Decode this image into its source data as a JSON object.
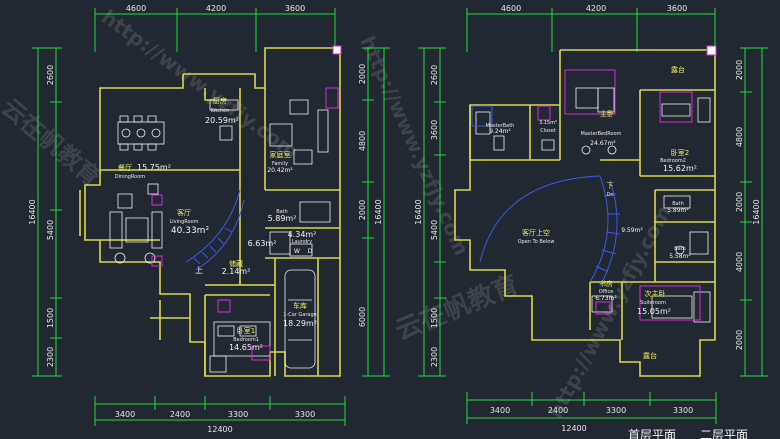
{
  "colors": {
    "background": "#222831",
    "wall": "#d8d84a",
    "dimension": "#1ddc3a",
    "furniture": "#f0f0f0",
    "fixture": "#d02ed8",
    "stair": "#3c57e6",
    "text": "#e7e7e7"
  },
  "plans": [
    {
      "top_dims": [
        "4600",
        "4200",
        "3600"
      ],
      "bottom_dims": [
        "3400",
        "2400",
        "3300",
        "3300"
      ],
      "bottom_total": "12400",
      "left_dims": [
        "2600",
        "5400",
        "1500",
        "2300"
      ],
      "left_total": "16400",
      "right_dims": [
        "2000",
        "4800",
        "2000",
        "6000"
      ],
      "right_total": "16400",
      "rooms": [
        {
          "name": "厨房",
          "en": "Kitchen",
          "area": "20.59m²"
        },
        {
          "name": "餐厅",
          "en": "DiningRoom",
          "area": "15.75m²"
        },
        {
          "name": "家庭室",
          "en": "Family",
          "area": "20.42m²"
        },
        {
          "name": "客厅",
          "en": "LivingRoom",
          "area": "40.33m²"
        },
        {
          "name": "Bath",
          "en": "",
          "area": "5.89m²"
        },
        {
          "name": "",
          "en": "",
          "area": "6.63m²"
        },
        {
          "name": "",
          "en": "Laundry",
          "area": "4.34m²"
        },
        {
          "name": "储藏",
          "en": "",
          "area": "2.14m²"
        },
        {
          "name": "车库",
          "en": "1-Car Garage",
          "area": "18.29m²"
        },
        {
          "name": "卧室1",
          "en": "Bedroom1",
          "area": "14.65m²"
        }
      ],
      "labels": [
        "上",
        "W",
        "D"
      ],
      "caption": "首层平面"
    },
    {
      "top_dims": [
        "4600",
        "4200",
        "3600"
      ],
      "bottom_dims": [
        "3400",
        "2400",
        "3300",
        "3300"
      ],
      "bottom_total": "12400",
      "left_dims": [
        "3600",
        "2600",
        "5400",
        "1500",
        "2300"
      ],
      "left_total": "16400",
      "right_dims": [
        "2000",
        "4800",
        "2000",
        "4000",
        "2000"
      ],
      "right_total": "16400",
      "rooms": [
        {
          "name": "露台",
          "en": "",
          "area": ""
        },
        {
          "name": "主卧",
          "en": "MasterBedRoom",
          "area": "24.67m²"
        },
        {
          "name": "",
          "en": "MasterBath",
          "area": "9.24m²"
        },
        {
          "name": "",
          "en": "Closet",
          "area": "3.15m²"
        },
        {
          "name": "卧室2",
          "en": "Bedroom2",
          "area": "15.62m²"
        },
        {
          "name": "客厅上空",
          "en": "Open To Below",
          "area": ""
        },
        {
          "name": "Bath",
          "en": "",
          "area": "5.89m²"
        },
        {
          "name": "",
          "en": "",
          "area": "9.59m²"
        },
        {
          "name": "Bath",
          "en": "",
          "area": "5.58m²"
        },
        {
          "name": "书房",
          "en": "Office",
          "area": "6.73m²"
        },
        {
          "name": "次主卧",
          "en": "Suiteroom",
          "area": "15.05m²"
        },
        {
          "name": "露台",
          "en": "",
          "area": ""
        }
      ],
      "labels": [
        "下",
        "Dn"
      ],
      "caption": "二层平面"
    }
  ],
  "watermark": {
    "url_text": "http://www.yzfjy.com",
    "brand_text": "云在帆教育"
  }
}
